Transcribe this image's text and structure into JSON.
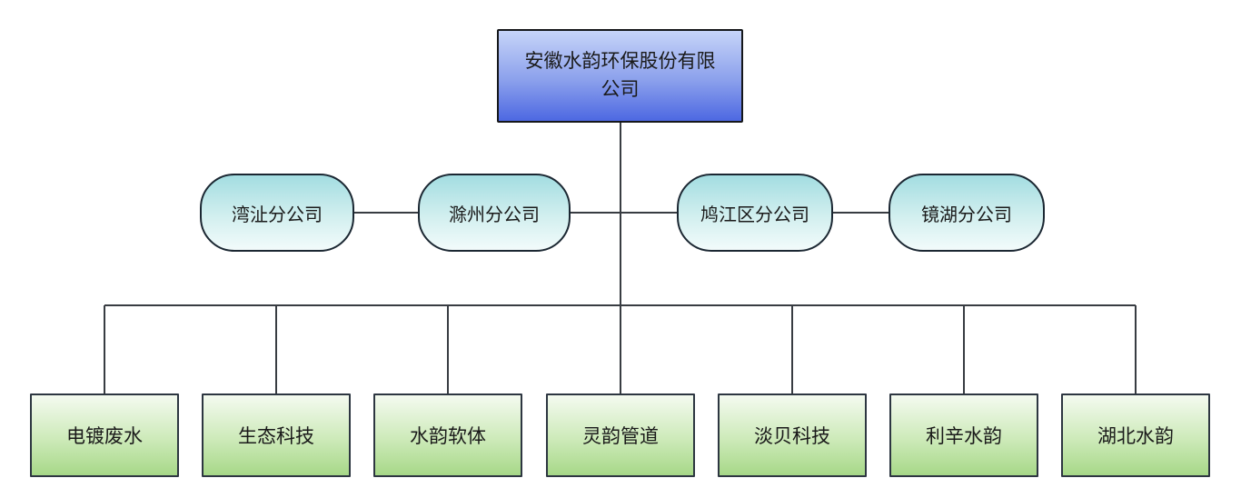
{
  "org_chart": {
    "root": {
      "label": "安徽水韵环保股份有限公司"
    },
    "branches": [
      {
        "label": "湾沚分公司"
      },
      {
        "label": "滁州分公司"
      },
      {
        "label": "鸠江区分公司"
      },
      {
        "label": "镜湖分公司"
      }
    ],
    "subsidiaries": [
      {
        "label": "电镀废水"
      },
      {
        "label": "生态科技"
      },
      {
        "label": "水韵软体"
      },
      {
        "label": "灵韵管道"
      },
      {
        "label": "淡贝科技"
      },
      {
        "label": "利辛水韵"
      },
      {
        "label": "湖北水韵"
      }
    ],
    "colors": {
      "root_gradient_top": "#c6d4f8",
      "root_gradient_bottom": "#4d68e2",
      "branch_gradient_top": "#a3dde1",
      "branch_gradient_bottom": "#f2fbfb",
      "subsidiary_gradient_top": "#f4faf0",
      "subsidiary_gradient_bottom": "#a7d888",
      "node_border": "#1b2732",
      "connector_line": "#383c42",
      "text": "#1a1a1a",
      "background": "#ffffff"
    }
  }
}
